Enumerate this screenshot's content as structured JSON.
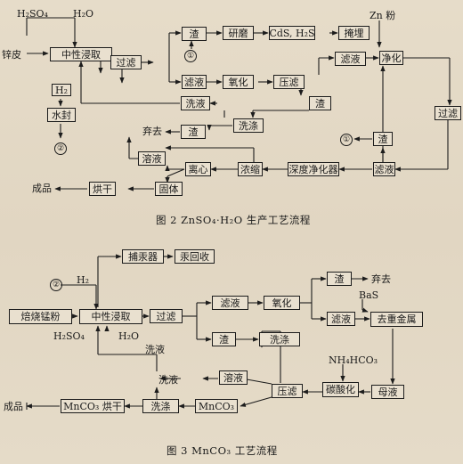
{
  "fig2": {
    "caption": "图 2   ZnSO₄·H₂O 生产工艺流程",
    "inputs": {
      "h2so4": "H₂SO₄",
      "h2o": "H₂O",
      "zinc_skin": "锌皮",
      "zn_powder": "Zn 粉"
    },
    "boxes": {
      "neutral_leach": "中性浸取",
      "filter1": "过滤",
      "h2": "H₂",
      "water_seal": "水封",
      "slag1": "渣",
      "grind": "研磨",
      "cds_h2s": "CdS, H₂S",
      "bury": "掩埋",
      "filtrate1": "滤液",
      "oxidize": "氧化",
      "press_filter": "压滤",
      "filtrate2": "滤液",
      "purify": "净化",
      "wash_liquid": "洗液",
      "wash": "洗涤",
      "slag2": "渣",
      "slag3": "渣",
      "filter2": "过滤",
      "slag4": "渣",
      "deep_purifier": "深度净化器",
      "filtrate3": "滤液",
      "concentrate": "浓缩",
      "centrifuge": "离心",
      "solution": "溶液",
      "solid": "固体",
      "dry": "烘干"
    },
    "labels": {
      "discard": "弃去",
      "product": "成品",
      "circle1": "①",
      "circle2": "②",
      "circle1b": "①"
    }
  },
  "fig3": {
    "caption": "图 3   MnCO₃ 工艺流程",
    "inputs": {
      "h2": "H₂",
      "h2so4": "H₂SO₄",
      "h2o": "H₂O",
      "bas": "BaS",
      "nh4hco3": "NH₄HCO₃"
    },
    "boxes": {
      "roasted_mn": "焙烧锰粉",
      "neutral_leach": "中性浸取",
      "foam_trap": "捕汞器",
      "hg_recover": "汞回收",
      "filter": "过滤",
      "filtrate1": "滤液",
      "oxidize": "氧化",
      "slag1": "渣",
      "wash1": "洗涤",
      "slag2": "渣",
      "filtrate2": "滤液",
      "remove_heavy": "去重金属",
      "mother_liquor": "母液",
      "carbonate": "碳酸化",
      "press_filter": "压滤",
      "solution": "溶液",
      "mnco3": "MnCO₃",
      "wash2": "洗涤",
      "mnco3_dry": "MnCO₃ 烘干"
    },
    "labels": {
      "discard": "弃去",
      "wash_liquid_a": "洗液",
      "wash_liquid_b": "洗液",
      "product": "成品",
      "circle2": "②"
    }
  }
}
